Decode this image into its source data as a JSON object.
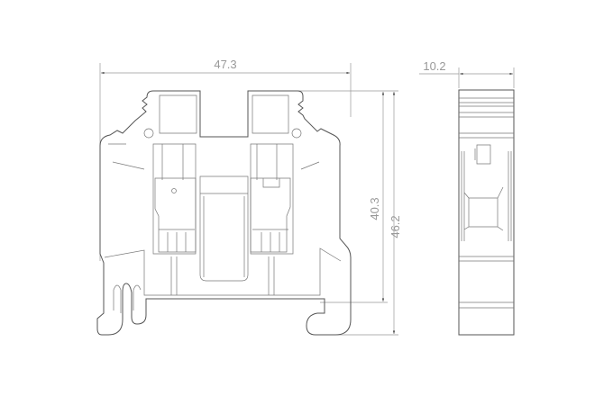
{
  "dimensions": {
    "width": "47.3",
    "height_inner": "40.3",
    "height_total": "46.2",
    "depth": "10.2"
  }
}
